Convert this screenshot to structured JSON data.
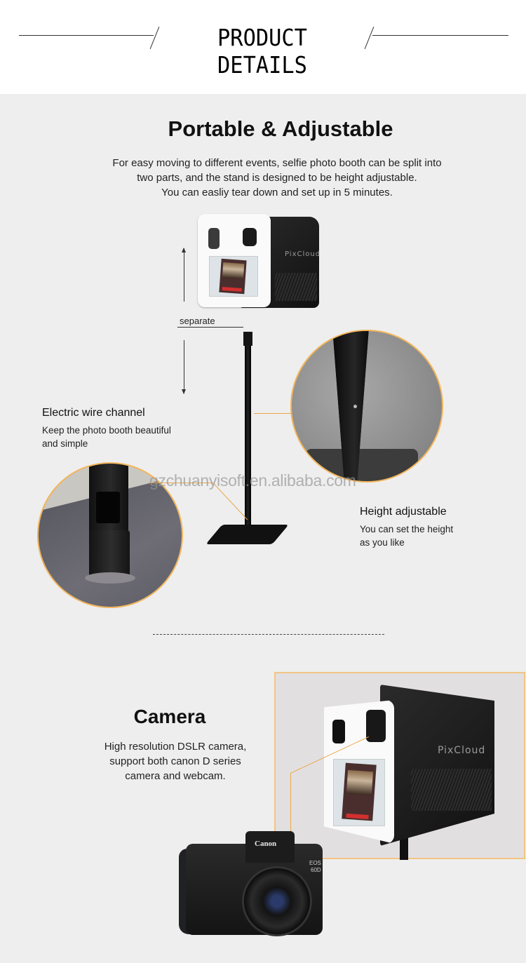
{
  "header": {
    "title": "PRODUCT DETAILS"
  },
  "portable": {
    "title": "Portable & Adjustable",
    "lines": [
      "For easy moving to different events, selfie photo booth can be split into",
      "two parts,  and the stand is designed to be height adjustable.",
      "You can easliy tear down and set up in 5 minutes."
    ],
    "separate_label": "separate",
    "booth_brand": "PixCloud",
    "wire_channel": {
      "title": "Electric wire channel",
      "lines": [
        "Keep the photo booth beautiful",
        "and simple"
      ]
    },
    "height": {
      "title": "Height adjustable",
      "lines": [
        "You can set the height",
        "as you like"
      ]
    },
    "watermark": "gzchuanyisoft.en.alibaba.com"
  },
  "camera": {
    "title": "Camera",
    "lines": [
      "High resolution DSLR camera,",
      "support both canon D series",
      "camera and webcam."
    ],
    "booth_brand": "PixCloud",
    "dslr_brand": "Canon",
    "dslr_model_line1": "EOS",
    "dslr_model_line2": "60D"
  },
  "colors": {
    "accent_orange": "#f2b55a",
    "background": "#eeeeee",
    "header_bg": "#ffffff"
  }
}
